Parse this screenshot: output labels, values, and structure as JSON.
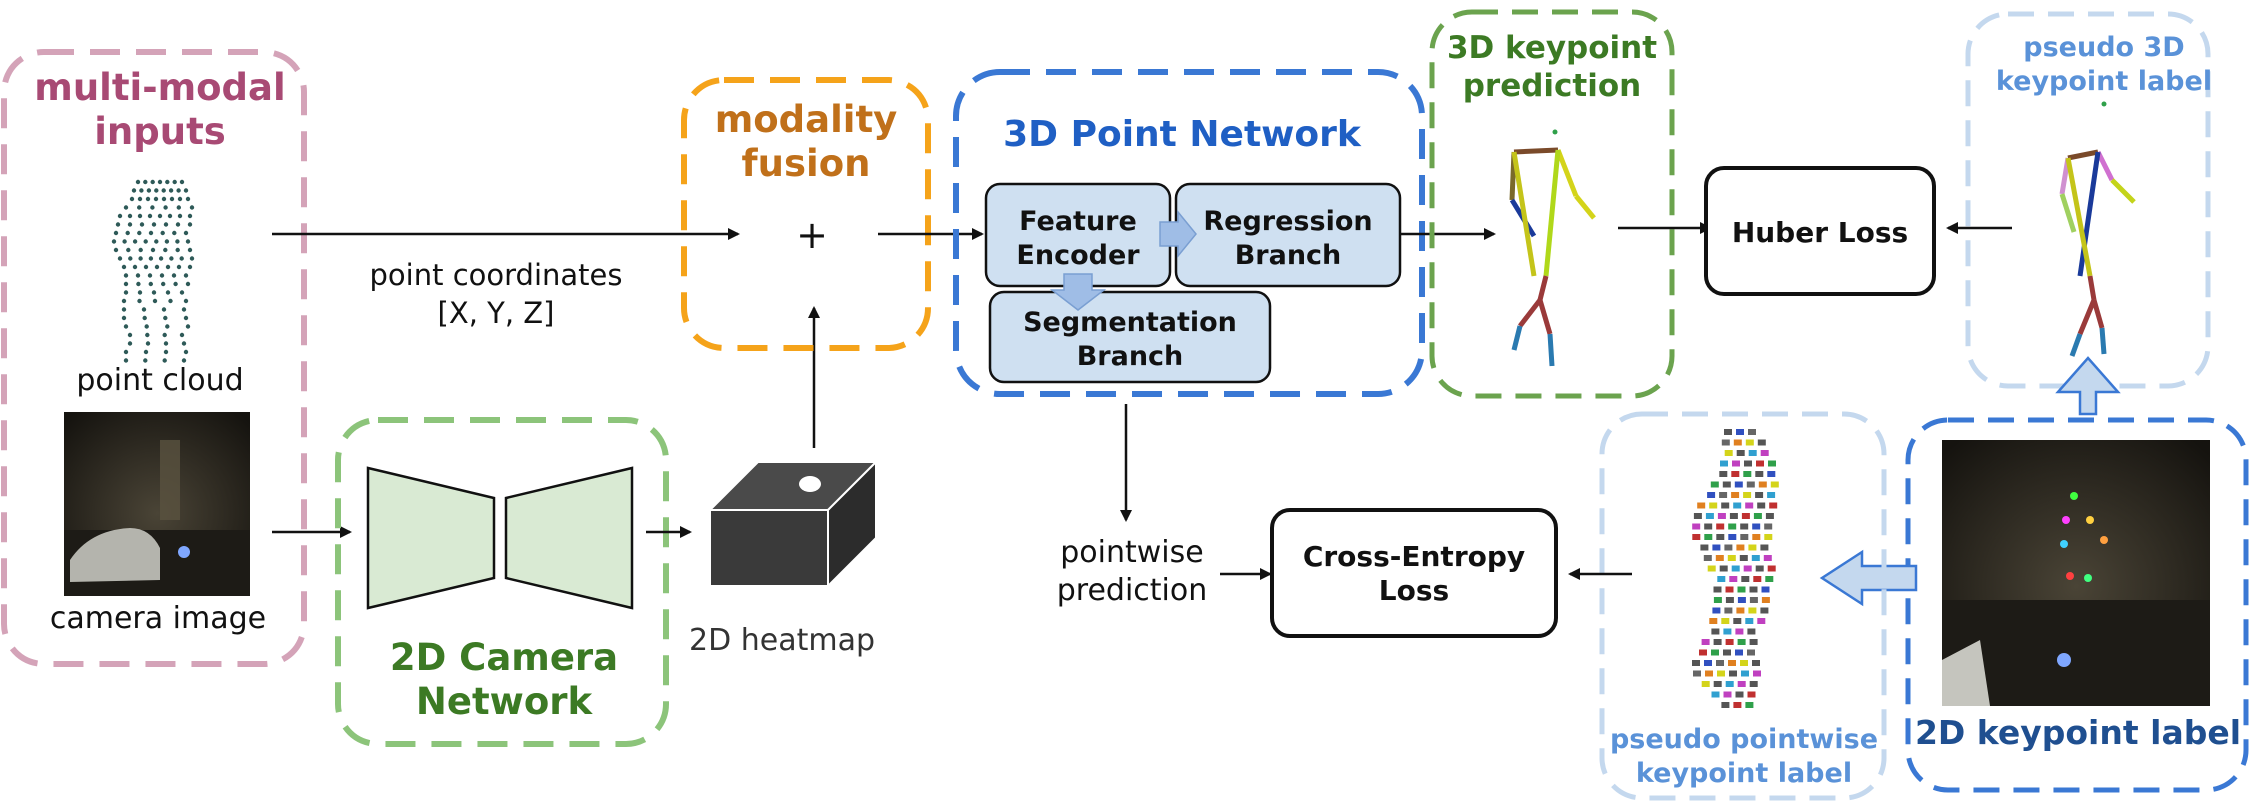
{
  "inputs": {
    "title_line1": "multi-modal",
    "title_line2": "inputs",
    "point_cloud_label": "point cloud",
    "camera_image_label": "camera image"
  },
  "fusion": {
    "title_line1": "modality",
    "title_line2": "fusion",
    "plus": "+"
  },
  "edges": {
    "point_coords_line1": "point coordinates",
    "point_coords_line2": "[X, Y, Z]",
    "heatmap_label": "2D heatmap",
    "pointwise_line1": "pointwise",
    "pointwise_line2": "prediction"
  },
  "camera_net": {
    "title_line1": "2D Camera",
    "title_line2": "Network"
  },
  "point_net": {
    "title": "3D Point Network",
    "feature_encoder_line1": "Feature",
    "feature_encoder_line2": "Encoder",
    "regression_line1": "Regression",
    "regression_line2": "Branch",
    "segmentation_line1": "Segmentation",
    "segmentation_line2": "Branch"
  },
  "keypoint_pred": {
    "title_line1": "3D keypoint",
    "title_line2": "prediction"
  },
  "pseudo3d": {
    "title_line1": "pseudo 3D",
    "title_line2": "keypoint label"
  },
  "losses": {
    "huber": "Huber Loss",
    "ce_line1": "Cross-Entropy",
    "ce_line2": "Loss"
  },
  "pseudo_pointwise": {
    "title_line1": "pseudo pointwise",
    "title_line2": "keypoint label"
  },
  "label2d": {
    "title": "2D keypoint label"
  },
  "colors": {
    "pink": "#d4a3b8",
    "pink_text": "#a84a74",
    "orange": "#f5a31a",
    "orange_text": "#c0701a",
    "green": "#8cc47a",
    "green_text": "#3c7a24",
    "blue": "#3a78d4",
    "blue_text": "#1f5fc4",
    "light_blue": "#c4d8ee",
    "light_blue_text": "#5a92d8",
    "dark_blue_text": "#1f4f90",
    "box_fill": "#cfe0f1",
    "camera_fill": "#d9ead3"
  }
}
